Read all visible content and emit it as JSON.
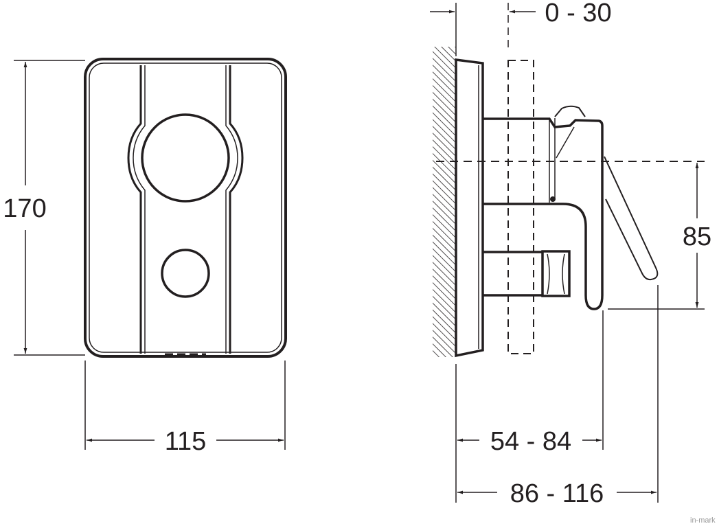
{
  "drawing": {
    "front_view": {
      "height_label": "170",
      "width_label": "115"
    },
    "side_view": {
      "wall_offset_label": "0 - 30",
      "centerline_height_label": "85",
      "projection_label": "54 - 84",
      "total_projection_label": "86 - 116"
    },
    "watermark": "in-mark"
  },
  "colors": {
    "line": "#231f20",
    "background": "#ffffff"
  }
}
